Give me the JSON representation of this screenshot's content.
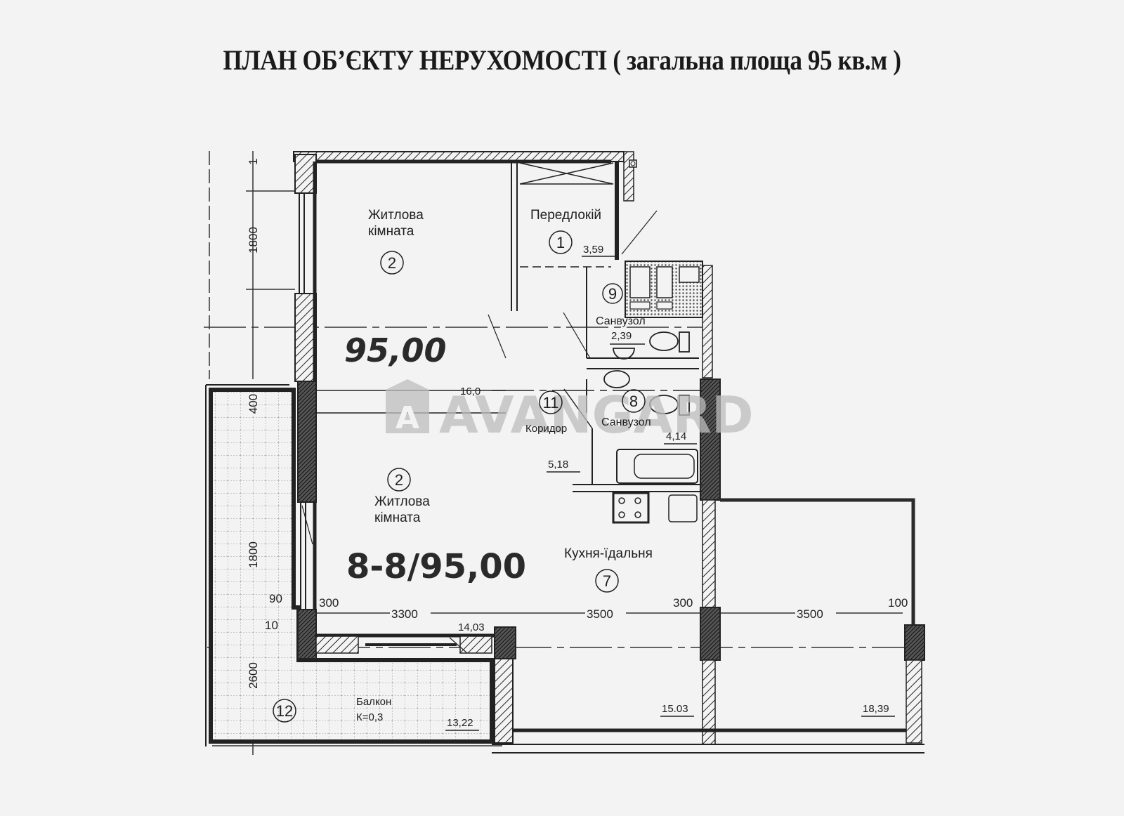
{
  "document": {
    "title": "ПЛАН ОБ’ЄКТУ НЕРУХОМОСТІ ( загальна площа 95 кв.м )"
  },
  "watermark": {
    "text": "AVANGARD",
    "logo_letter": "A"
  },
  "plan_labels": {
    "total_area_italic": "95,00",
    "section_code": "8-8/95,00"
  },
  "rooms": [
    {
      "id": "2a",
      "number": "2",
      "name_line1": "Житлова",
      "name_line2": "кімната",
      "area": "16,0"
    },
    {
      "id": "1",
      "number": "1",
      "name_line1": "Передпокій",
      "name_line2": "",
      "area": "3,59"
    },
    {
      "id": "9",
      "number": "9",
      "name_line1": "Санвузол",
      "name_line2": "",
      "area": "2,39"
    },
    {
      "id": "11",
      "number": "11",
      "name_line1": "Коридор",
      "name_line2": "",
      "area": "5,18"
    },
    {
      "id": "8",
      "number": "8",
      "name_line1": "Санвузол",
      "name_line2": "",
      "area": "4,14"
    },
    {
      "id": "2b",
      "number": "2",
      "name_line1": "Житлова",
      "name_line2": "кімната",
      "area": "14,03"
    },
    {
      "id": "7",
      "number": "7",
      "name_line1": "Кухня-їдальня",
      "name_line2": "",
      "area": "15.03"
    },
    {
      "id": "12",
      "number": "12",
      "name_line1": "Балкон",
      "name_line2": "К=0,3",
      "area": "13,22"
    },
    {
      "id": "extra",
      "number": "",
      "name_line1": "",
      "name_line2": "",
      "area": "18,39"
    }
  ],
  "room_name_display": {
    "entry": "Передлокій"
  },
  "dimensions": {
    "left_top_1": "1",
    "left_window_top": "1800",
    "left_mid": "400",
    "left_window_bottom": "1800",
    "left_90": "90",
    "left_10": "10",
    "left_balcony": "2600",
    "bottom_300_a": "300",
    "bottom_3300": "3300",
    "bottom_3500_a": "3500",
    "bottom_300_b": "300",
    "bottom_3500_b": "3500",
    "bottom_100": "100"
  },
  "colors": {
    "background": "#f3f3f3",
    "ink": "#1e1e1e",
    "watermark": "#bdbdbd"
  }
}
